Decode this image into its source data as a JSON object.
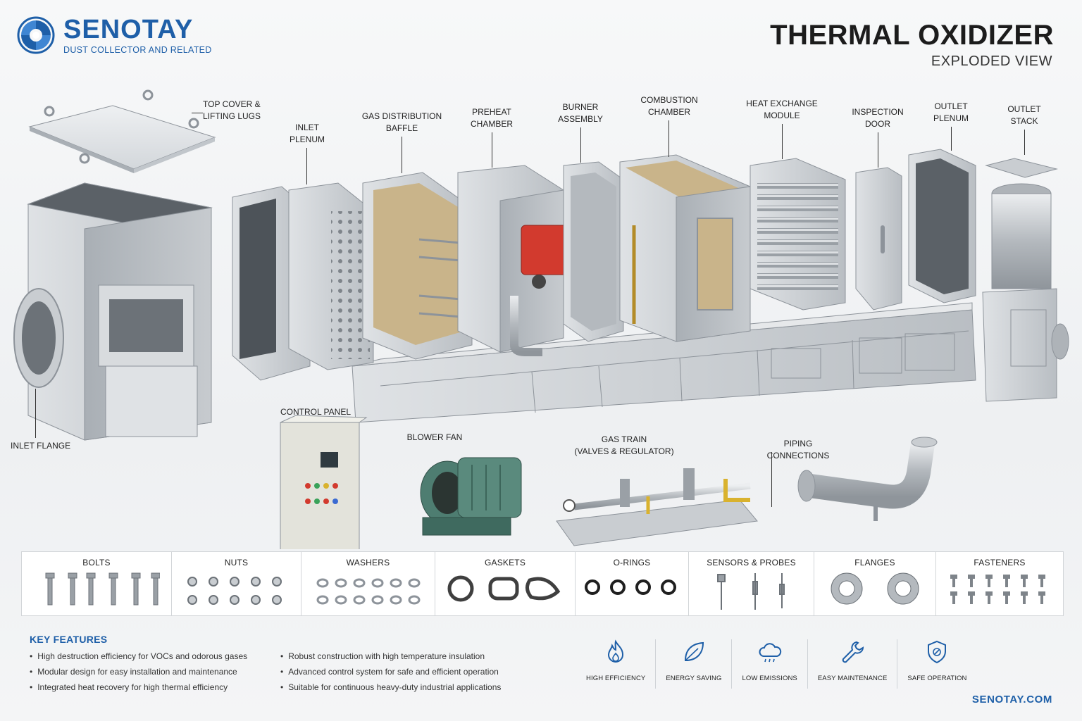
{
  "brand": {
    "name": "SENOTAY",
    "tagline": "DUST COLLECTOR AND RELATED",
    "accent": "#1e5fa8"
  },
  "header": {
    "title": "THERMAL OXIDIZER",
    "subtitle": "EXPLODED VIEW"
  },
  "components": {
    "top_cover": "TOP COVER &\nLIFTING LUGS",
    "inlet_plenum": "INLET\nPLENUM",
    "gas_distribution_baffle": "GAS DISTRIBUTION\nBAFFLE",
    "preheat_chamber": "PREHEAT\nCHAMBER",
    "burner_assembly": "BURNER\nASSEMBLY",
    "combustion_chamber": "COMBUSTION\nCHAMBER",
    "heat_exchange_module": "HEAT EXCHANGE\nMODULE",
    "inspection_door": "INSPECTION\nDOOR",
    "outlet_plenum": "OUTLET\nPLENUM",
    "outlet_stack": "OUTLET\nSTACK",
    "inlet_flange": "INLET FLANGE",
    "control_panel": "CONTROL PANEL",
    "blower_fan": "BLOWER FAN",
    "gas_train": "GAS TRAIN\n(VALVES & REGULATOR)",
    "piping_connections": "PIPING CONNECTIONS"
  },
  "hardware": [
    {
      "label": "BOLTS"
    },
    {
      "label": "NUTS"
    },
    {
      "label": "WASHERS"
    },
    {
      "label": "GASKETS"
    },
    {
      "label": "O-RINGS"
    },
    {
      "label": "SENSORS & PROBES"
    },
    {
      "label": "FLANGES"
    },
    {
      "label": "FASTENERS"
    }
  ],
  "key_features": {
    "title": "KEY FEATURES",
    "left": [
      "High destruction efficiency for VOCs and odorous gases",
      "Modular design for easy installation and maintenance",
      "Integrated heat recovery for high thermal efficiency"
    ],
    "right": [
      "Robust construction with high temperature insulation",
      "Advanced control system for safe and efficient operation",
      "Suitable for continuous heavy-duty industrial applications"
    ]
  },
  "benefits": [
    {
      "label": "HIGH EFFICIENCY",
      "icon": "flame-icon"
    },
    {
      "label": "ENERGY SAVING",
      "icon": "leaf-icon"
    },
    {
      "label": "LOW EMISSIONS",
      "icon": "cloud-icon"
    },
    {
      "label": "EASY MAINTENANCE",
      "icon": "wrench-icon"
    },
    {
      "label": "SAFE OPERATION",
      "icon": "shield-icon"
    }
  ],
  "website": "SENOTAY.COM",
  "colors": {
    "steel": "#c9cdd1",
    "steel_dark": "#8d939a",
    "burner_red": "#d23a2e",
    "blower_green": "#4e7d71",
    "insulation": "#c9b48a"
  }
}
